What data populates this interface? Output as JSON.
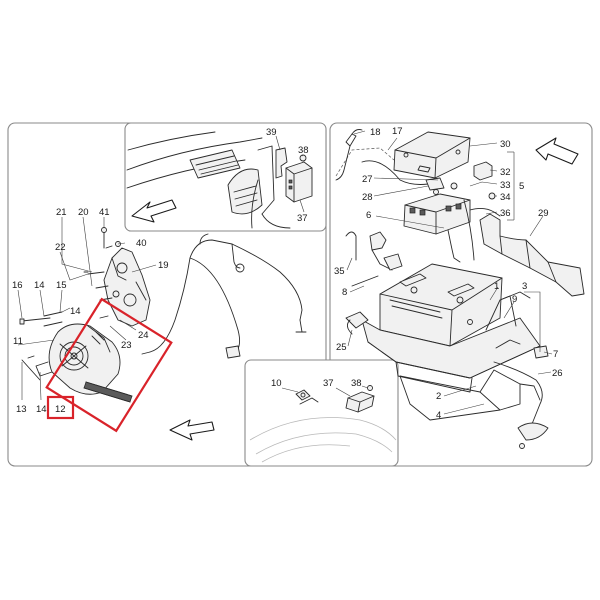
{
  "colors": {
    "highlight": "#d9232a",
    "panel_border": "#8a8a8a",
    "line": "#2b2b2b"
  },
  "selected_part": "12",
  "callouts": {
    "c1": "1",
    "c2": "2",
    "c3": "3",
    "c4": "4",
    "c5": "5",
    "c6": "6",
    "c7": "7",
    "c8": "8",
    "c9": "9",
    "c10": "10",
    "c11": "11",
    "c12": "12",
    "c13": "13",
    "c14a": "14",
    "c14b": "14",
    "c14c": "14",
    "c15": "15",
    "c16": "16",
    "c17": "17",
    "c18": "18",
    "c19": "19",
    "c20": "20",
    "c21": "21",
    "c22": "22",
    "c23": "23",
    "c24": "24",
    "c25": "25",
    "c26": "26",
    "c27": "27",
    "c28": "28",
    "c29": "29",
    "c30": "30",
    "c32": "32",
    "c33": "33",
    "c34": "34",
    "c35": "35",
    "c36": "36",
    "c37a": "37",
    "c37b": "37",
    "c38a": "38",
    "c38b": "38",
    "c39": "39",
    "c40": "40",
    "c41": "41"
  }
}
